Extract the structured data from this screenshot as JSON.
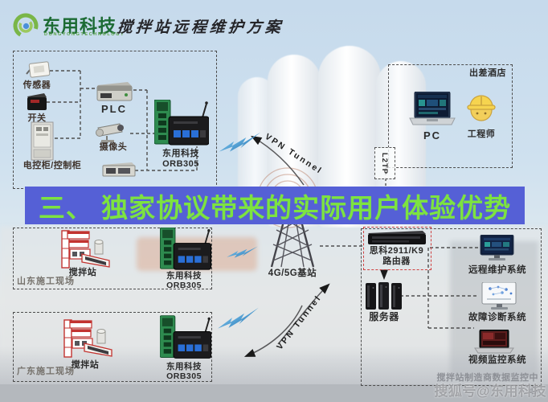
{
  "logo": {
    "brand": "东用科技",
    "sub": "DONGYONGTECHNOLOGY",
    "title": "搅拌站远程维护方案"
  },
  "banner": {
    "text": "三、 独家协议带来的实际用户体验优势",
    "bg_color": "#5560d6",
    "text_color": "#7de340"
  },
  "left_site": {
    "sensor": "传感器",
    "switch": "开关",
    "cabinet": "电控柜/控制柜",
    "plc": "PLC",
    "camera": "摄像头",
    "router1": "东用科技",
    "router2": "ORB305"
  },
  "hotel": {
    "title": "出差酒店",
    "pc": "PC",
    "engineer": "工程师",
    "l2tp": "L2TP"
  },
  "network": {
    "tower": "4G/5G基站",
    "vpn_top": "VPN Tunnel",
    "vpn_bottom": "VPN Tunnel"
  },
  "shandong": {
    "name": "山东施工现场",
    "station": "搅拌站",
    "router1": "东用科技",
    "router2": "ORB305"
  },
  "guangdong": {
    "name": "广东施工现场",
    "station": "搅拌站",
    "router1": "东用科技",
    "router2": "ORB305"
  },
  "center": {
    "cisco1": "思科2911/K9",
    "cisco2": "路由器",
    "server": "服务器",
    "remote": "远程维护系统",
    "diagnosis": "故障诊断系统",
    "video": "视频监控系统",
    "name": "搅拌站制造商数据监控中心"
  },
  "watermark": "搜狐号@东用科技",
  "colors": {
    "brand_green": "#1c6b34",
    "alert_red": "#cf4040",
    "router_green": "#2e8b4f"
  }
}
